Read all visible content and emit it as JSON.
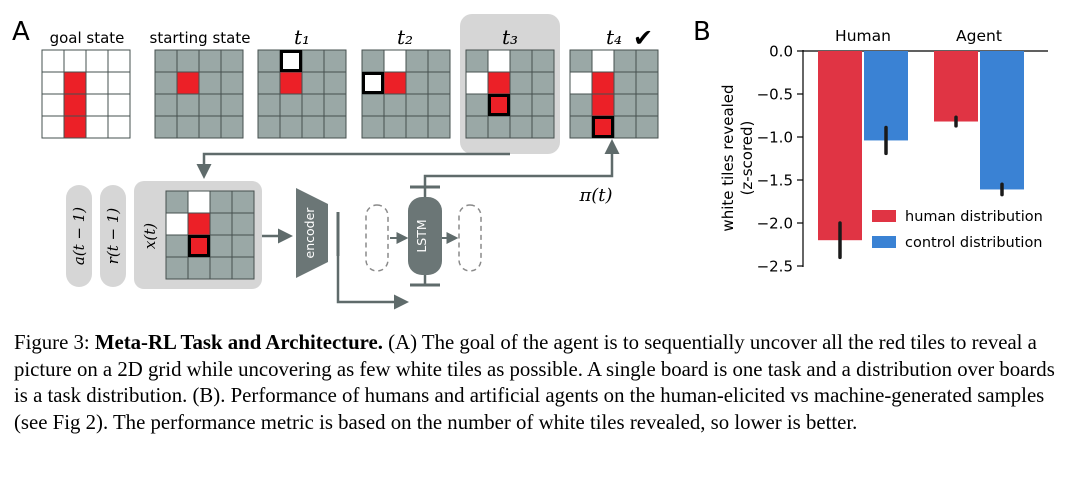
{
  "panel_a": {
    "letter": "A",
    "boards": [
      {
        "label": "goal state",
        "label_italic": false
      },
      {
        "label": "starting state",
        "label_italic": false
      },
      {
        "label": "t₁",
        "label_italic": true
      },
      {
        "label": "t₂",
        "label_italic": true
      },
      {
        "label": "t₃",
        "label_italic": true
      },
      {
        "label": "t₄",
        "label_italic": true
      }
    ],
    "check_mark": "✔",
    "inputs": {
      "action": "a(t − 1)",
      "reward": "r(t − 1)",
      "observation": "x(t)"
    },
    "encoder_label": "encoder",
    "lstm_label": "LSTM",
    "policy_label": "π(t)"
  },
  "chart_data": {
    "type": "bar",
    "letter": "B",
    "categories": [
      "Human",
      "Agent"
    ],
    "series": [
      {
        "name": "human distribution",
        "color": "#e03444",
        "values": [
          -2.2,
          -0.82
        ],
        "err": [
          0.2,
          0.05
        ]
      },
      {
        "name": "control distribution",
        "color": "#3a82d4",
        "values": [
          -1.04,
          -1.61
        ],
        "err": [
          0.15,
          0.06
        ]
      }
    ],
    "ylabel": "white tiles revealed\n(z-scored)",
    "ylim": [
      -2.5,
      0.0
    ],
    "yticks": [
      0.0,
      -0.5,
      -1.0,
      -1.5,
      -2.0,
      -2.5
    ],
    "ytick_labels": [
      "0.0",
      "−0.5",
      "−1.0",
      "−1.5",
      "−2.0",
      "−2.5"
    ],
    "legend_position": "lower-right",
    "grid": false
  },
  "caption": {
    "prefix": "Figure 3: ",
    "title": "Meta-RL Task and Architecture.",
    "body": " (A) The goal of the agent is to sequentially uncover all the red tiles to reveal a picture on a 2D grid while uncovering as few white tiles as possible. A single board is one task and a distribution over boards is a task distribution. (B). Performance of humans and artificial agents on the human-elicited vs machine-generated samples (see Fig 2). The performance metric is based on the number of white tiles revealed, so lower is better."
  }
}
